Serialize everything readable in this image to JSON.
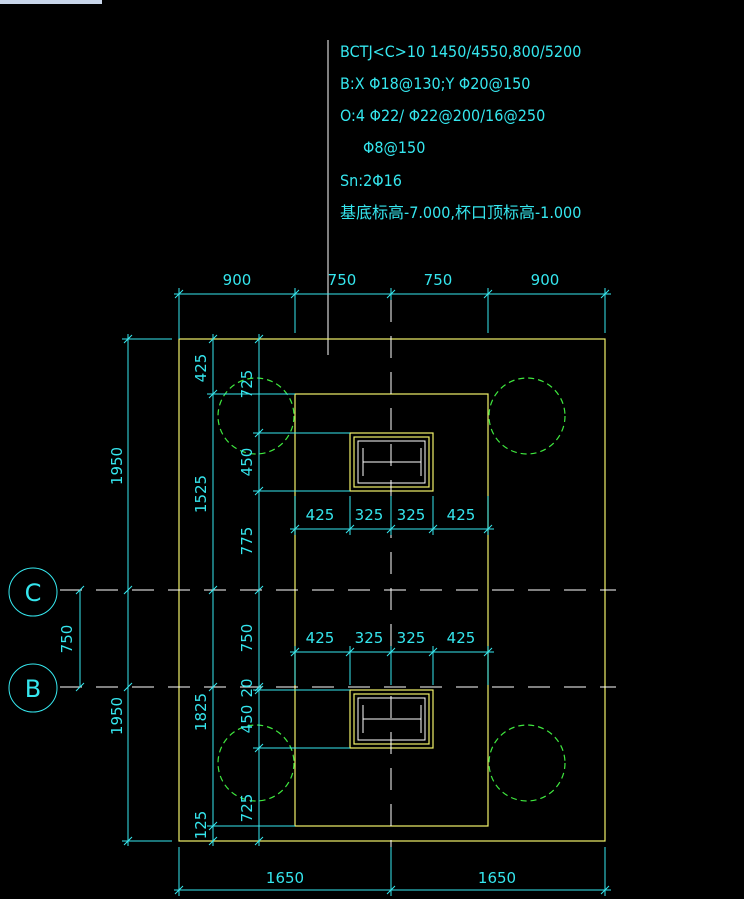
{
  "annotation": {
    "line1": "BCTJ<C>10 1450/4550,800/5200",
    "line2": "B:X Φ18@130;Y Φ20@150",
    "line3": "O:4 Φ22/ Φ22@200/16@250",
    "line4": "Φ8@150",
    "line5": "Sn:2Φ16",
    "line6": "基底标高-7.000,杯口顶标高-1.000"
  },
  "dims_top": {
    "d1": "900",
    "d2": "750",
    "d3": "750",
    "d4": "900"
  },
  "dims_bottom": {
    "d1": "1650",
    "d2": "1650"
  },
  "dims_left_outer": {
    "d1": "1950",
    "d2": "750",
    "d3": "1950"
  },
  "dims_left_mid": {
    "d1": "425",
    "d2": "1525",
    "d3": "1825",
    "d4": "125"
  },
  "dims_left_inner": {
    "d1": "725",
    "d2": "450",
    "d3": "775",
    "d4": "750",
    "d5": "20",
    "d6": "450",
    "d7": "725"
  },
  "dims_upper_row": {
    "d1": "425",
    "d2": "325",
    "d3": "325",
    "d4": "425"
  },
  "dims_lower_row": {
    "d1": "425",
    "d2": "325",
    "d3": "325",
    "d4": "425"
  },
  "axes": {
    "c": "C",
    "b": "B"
  }
}
